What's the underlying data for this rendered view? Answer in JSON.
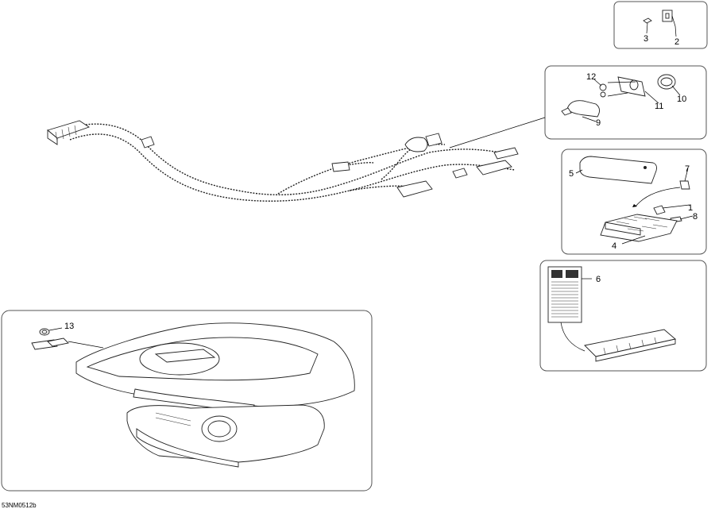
{
  "reference_code": "53NM0512b",
  "callouts": [
    {
      "id": "c1",
      "label": "1"
    },
    {
      "id": "c2",
      "label": "2"
    },
    {
      "id": "c3",
      "label": "3"
    },
    {
      "id": "c4",
      "label": "4"
    },
    {
      "id": "c5",
      "label": "5"
    },
    {
      "id": "c6",
      "label": "6"
    },
    {
      "id": "c7",
      "label": "7"
    },
    {
      "id": "c8",
      "label": "8"
    },
    {
      "id": "c9",
      "label": "9"
    },
    {
      "id": "c10",
      "label": "10"
    },
    {
      "id": "c11",
      "label": "11"
    },
    {
      "id": "c12",
      "label": "12"
    },
    {
      "id": "c13",
      "label": "13"
    }
  ]
}
